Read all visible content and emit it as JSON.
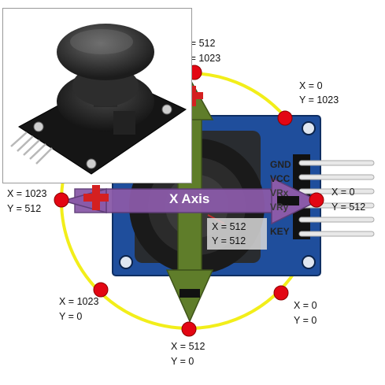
{
  "axis_labels": {
    "x_axis": "X Axis"
  },
  "pin_labels": [
    "GND",
    "VCC",
    "VRx",
    "VRy",
    "KEY"
  ],
  "points": {
    "top_partial_x": "X = 512",
    "top_partial_y": "Y = 1023",
    "top_right_x": "X = 0",
    "top_right_y": "Y = 1023",
    "left_x": "X = 1023",
    "left_y": "Y = 512",
    "right_x": "X = 0",
    "right_y": "Y = 512",
    "center_x": "X = 512",
    "center_y": "Y = 512",
    "bottom_left_x": "X = 1023",
    "bottom_left_y": "Y = 0",
    "bottom_right_x": "X = 0",
    "bottom_right_y": "Y = 0",
    "bottom_x": "X = 512",
    "bottom_y": "Y = 0"
  },
  "colors": {
    "circle": "#f2ee1a",
    "pcb": "#1f4e9c",
    "x_arrow": "#8a5aa8",
    "y_arrow": "#5f7d2a",
    "marker": "#e30613",
    "plus": "#d42020"
  }
}
